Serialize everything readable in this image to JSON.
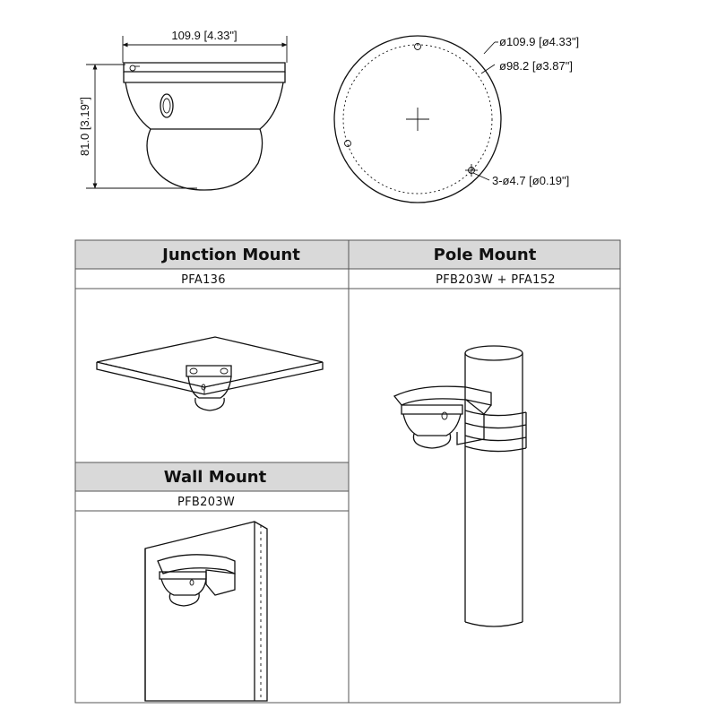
{
  "dimensions": {
    "width": "109.9 [4.33\"]",
    "height": "81.0 [3.19\"]",
    "outer_diameter": "ø109.9 [ø4.33\"]",
    "inner_diameter": "ø98.2 [ø3.87\"]",
    "holes": "3-ø4.7 [ø0.19\"]"
  },
  "mounts": {
    "junction": {
      "title": "Junction Mount",
      "model": "PFA136"
    },
    "pole": {
      "title": "Pole Mount",
      "model": "PFB203W + PFA152"
    },
    "wall": {
      "title": "Wall Mount",
      "model": "PFB203W"
    }
  },
  "colors": {
    "line": "#111111",
    "header_bg": "#d9d9d9",
    "grid": "#555555"
  }
}
